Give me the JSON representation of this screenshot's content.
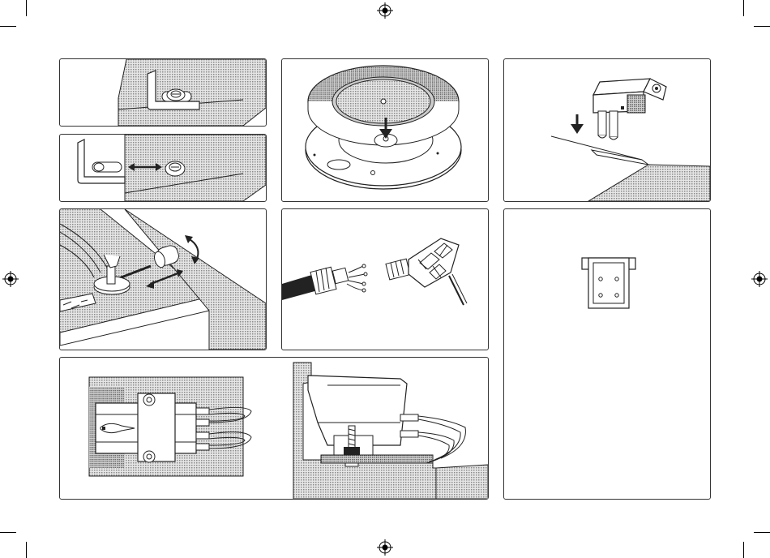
{
  "document": {
    "type": "instruction-manual-illustration-page",
    "colors": {
      "line": "#222222",
      "dotted_fill": "#bdbdbd",
      "background": "#ffffff"
    },
    "marks": {
      "registration": [
        "registration-mark-top",
        "registration-mark-left",
        "registration-mark-right",
        "registration-mark-bottom"
      ],
      "crop": [
        "crop-mark-top-left",
        "crop-mark-top-right",
        "crop-mark-bottom-left",
        "crop-mark-bottom-right"
      ]
    },
    "panels": [
      {
        "id": "bracket-screw",
        "icon": "l-bracket-screw-icon"
      },
      {
        "id": "bracket-detach",
        "icon": "bracket-removal-icon"
      },
      {
        "id": "platter-placement",
        "icon": "platter-icon"
      },
      {
        "id": "cartridge-insert",
        "icon": "stylus-guard-icon"
      },
      {
        "id": "counterweight",
        "icon": "counterweight-icon"
      },
      {
        "id": "headshell-connect",
        "icon": "headshell-icon"
      },
      {
        "id": "cartridge-mount",
        "icon": "cartridge-mount-icon"
      },
      {
        "id": "alignment-template",
        "icon": "template-icon"
      }
    ]
  }
}
